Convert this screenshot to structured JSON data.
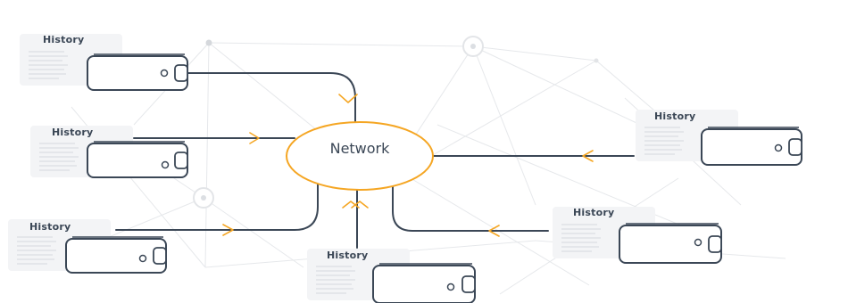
{
  "diagram": {
    "center": {
      "label": "Network"
    },
    "nodes": [
      {
        "label": "History"
      },
      {
        "label": "History"
      },
      {
        "label": "History"
      },
      {
        "label": "History"
      },
      {
        "label": "History"
      },
      {
        "label": "History"
      }
    ]
  },
  "colors": {
    "node_stroke": "#3b4756",
    "accent": "#f5a623",
    "card_fill": "#f3f4f6",
    "card_lines": "#dfe2e6",
    "background_mesh": "#e6e8eb"
  }
}
